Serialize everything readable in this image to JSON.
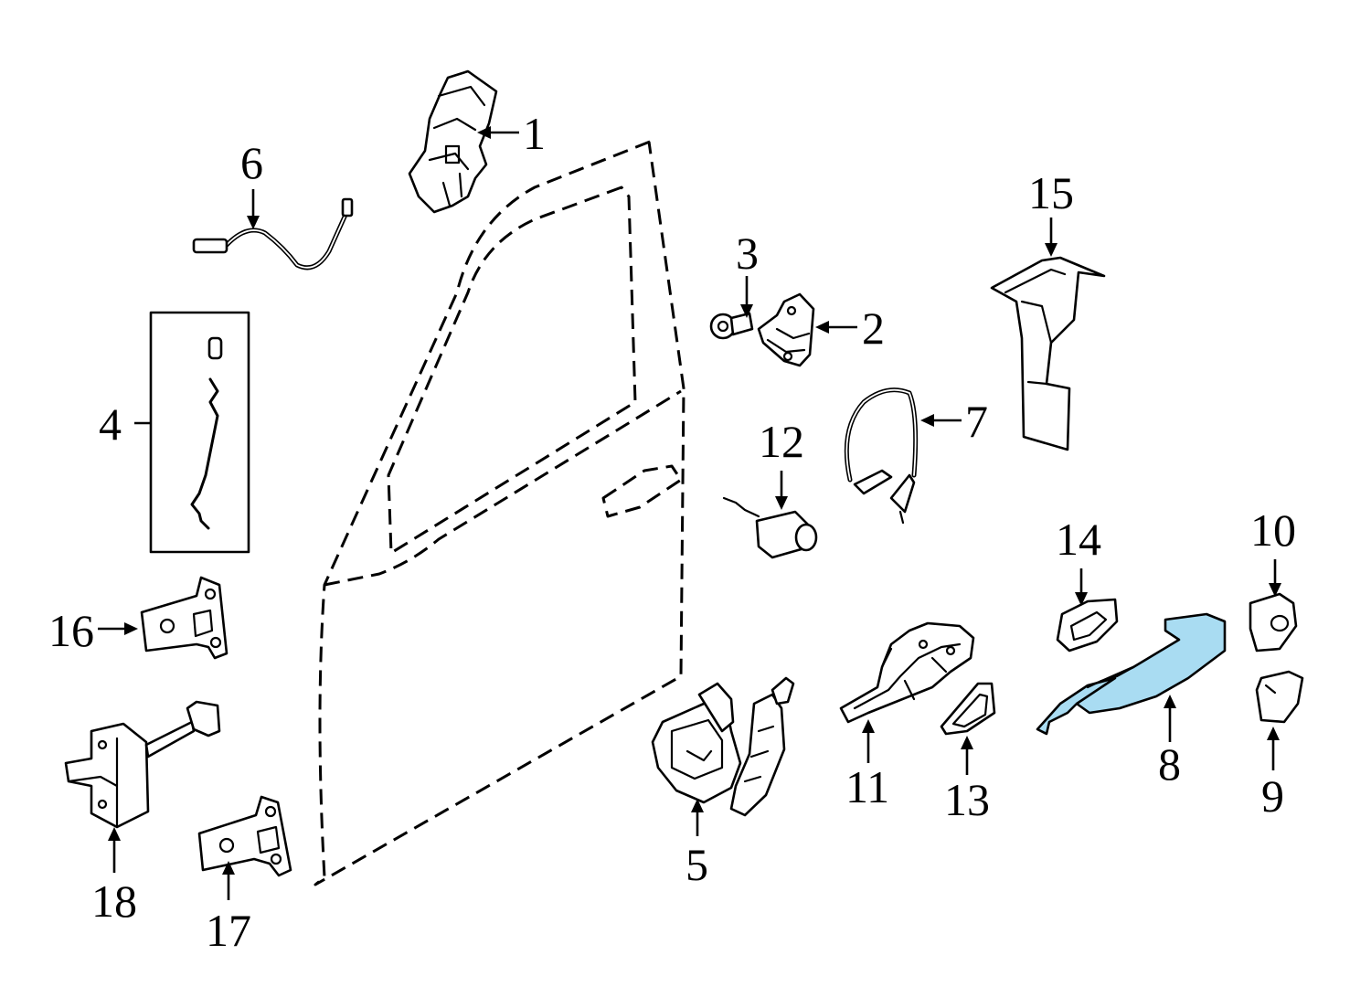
{
  "callouts": {
    "c1": "1",
    "c2": "2",
    "c3": "3",
    "c4": "4",
    "c5": "5",
    "c6": "6",
    "c7": "7",
    "c8": "8",
    "c9": "9",
    "c10": "10",
    "c11": "11",
    "c12": "12",
    "c13": "13",
    "c14": "14",
    "c15": "15",
    "c16": "16",
    "c17": "17",
    "c18": "18"
  },
  "colors": {
    "highlight": "#a9dcf2",
    "line": "#000000",
    "background": "#ffffff"
  }
}
